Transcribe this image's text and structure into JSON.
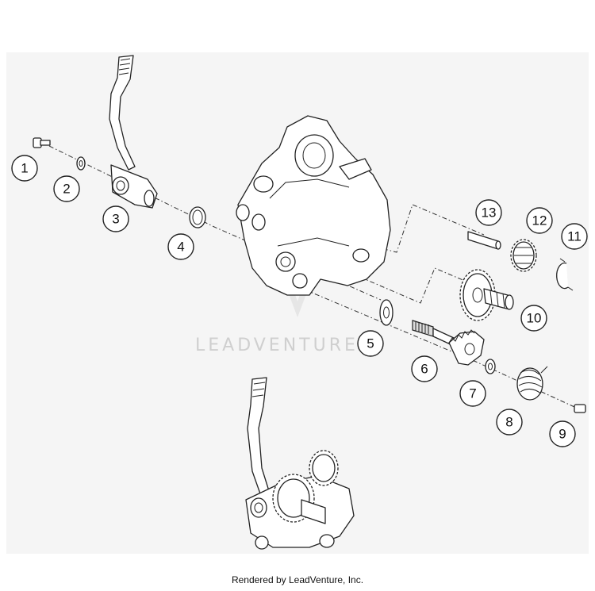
{
  "diagram": {
    "callouts": [
      {
        "id": "1",
        "label": "1"
      },
      {
        "id": "2",
        "label": "2"
      },
      {
        "id": "3",
        "label": "3"
      },
      {
        "id": "4",
        "label": "4"
      },
      {
        "id": "5",
        "label": "5"
      },
      {
        "id": "6",
        "label": "6"
      },
      {
        "id": "7",
        "label": "7"
      },
      {
        "id": "8",
        "label": "8"
      },
      {
        "id": "9",
        "label": "9"
      },
      {
        "id": "10",
        "label": "10"
      },
      {
        "id": "11",
        "label": "11"
      },
      {
        "id": "12",
        "label": "12"
      },
      {
        "id": "13",
        "label": "13"
      }
    ],
    "watermark": "LEADVENTURE"
  },
  "footer": {
    "text": "Rendered by LeadVenture, Inc."
  }
}
